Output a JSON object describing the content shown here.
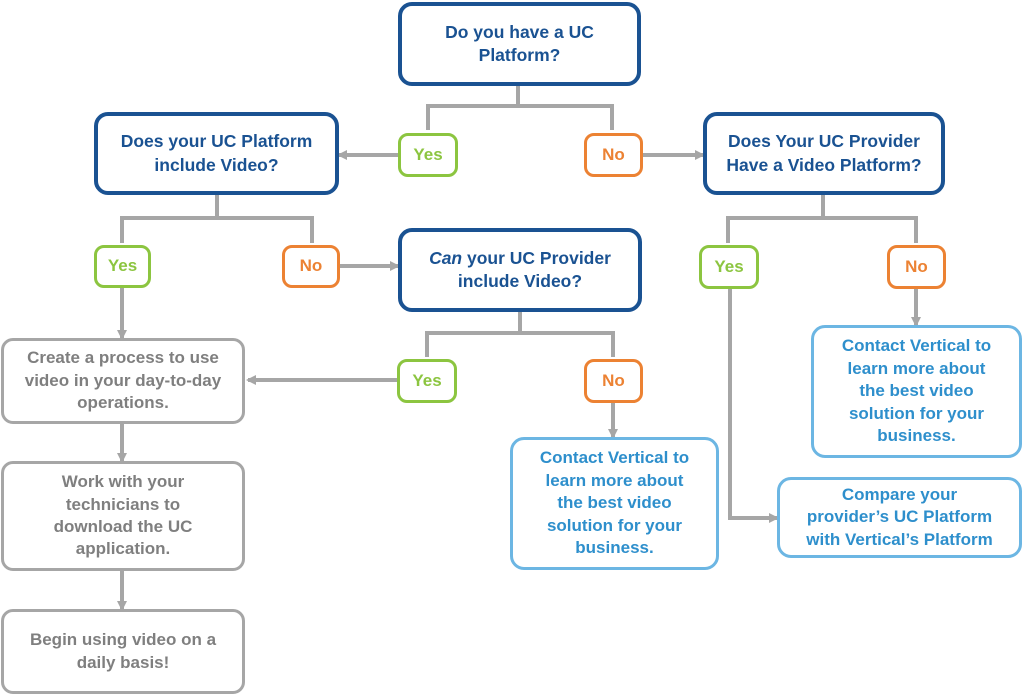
{
  "flowchart": {
    "q_root": [
      "Do you have a UC",
      "Platform?"
    ],
    "q_include_video": [
      "Does your UC Platform",
      "include Video?"
    ],
    "q_provider_video": [
      "Does Your UC Provider",
      "Have a Video Platform?"
    ],
    "q_can_provider": {
      "emphasis": "Can",
      "rest": " your UC Provider",
      "line2": "include Video?"
    },
    "a_create_process": [
      "Create a process to use",
      "video in your day-to-day",
      "operations."
    ],
    "a_work_technicians": [
      "Work with your",
      "technicians to",
      "download the UC",
      "application."
    ],
    "a_begin_using": [
      "Begin using video on a",
      "daily basis!"
    ],
    "c_contact_vertical_mid": [
      "Contact Vertical to",
      "learn more about",
      "the best video",
      "solution for your",
      "business."
    ],
    "c_contact_vertical_right": [
      "Contact Vertical to",
      "learn more about",
      "the best video",
      "solution for your",
      "business."
    ],
    "c_compare": [
      "Compare your",
      "provider’s UC Platform",
      "with Vertical’s Platform"
    ],
    "labels": {
      "yes": "Yes",
      "no": "No"
    }
  },
  "colors": {
    "question": "#1a5292",
    "action": "#7f7f7f",
    "contact": "#2e8fcc",
    "yes": "#8cc540",
    "no": "#ec8233",
    "connector": "#a6a6a6"
  }
}
